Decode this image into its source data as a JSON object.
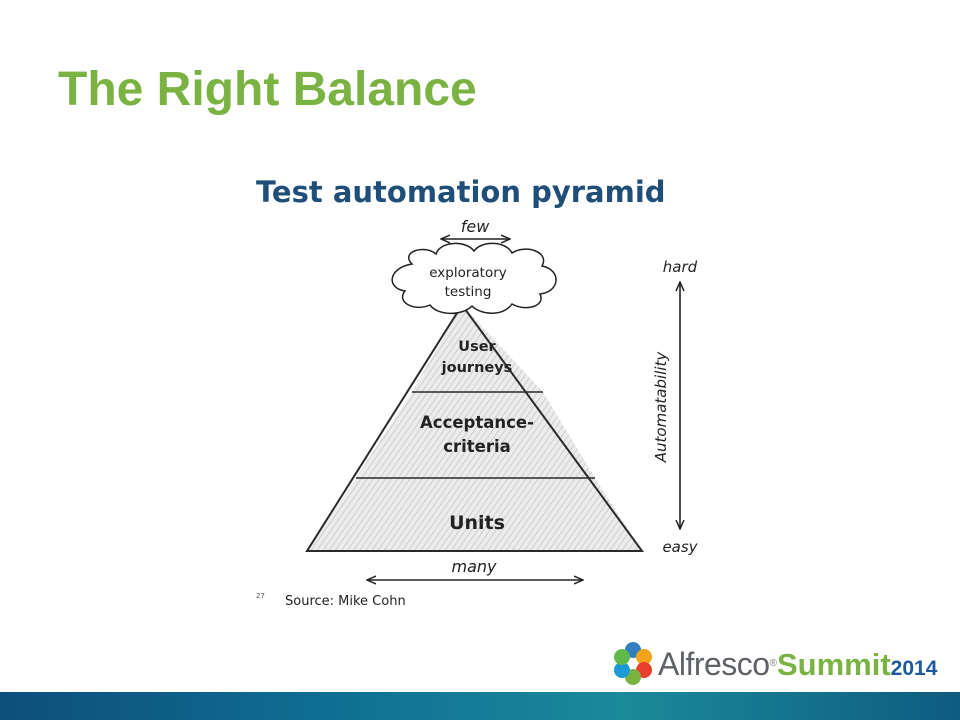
{
  "slide": {
    "title": "The Right Balance"
  },
  "diagram": {
    "title": "Test automation pyramid",
    "top_width_label": "few",
    "bottom_width_label": "many",
    "cloud_line1": "exploratory",
    "cloud_line2": "testing",
    "layer_top_line1": "User",
    "layer_top_line2": "journeys",
    "layer_middle_line1": "Acceptance-",
    "layer_middle_line2": "criteria",
    "layer_bottom": "Units",
    "axis_label": "Automatability",
    "axis_top": "hard",
    "axis_bottom": "easy",
    "footnote_number": "27",
    "source": "Source: Mike Cohn"
  },
  "logo": {
    "brand": "Alfresco",
    "trademark": "®",
    "event": "Summit",
    "year": "2014"
  },
  "colors": {
    "title_green": "#7ab342",
    "diagram_title_blue": "#1f4e79",
    "year_blue": "#1c5a9c"
  }
}
